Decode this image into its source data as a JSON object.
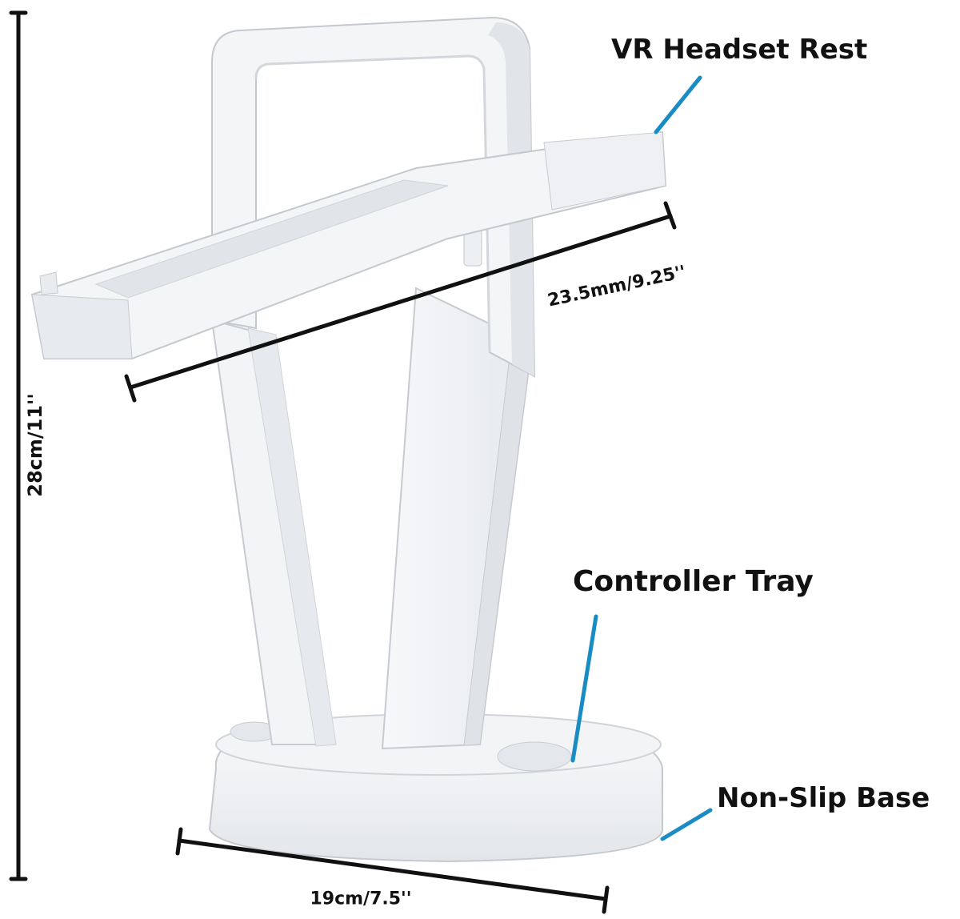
{
  "callouts": {
    "headset_rest": "VR Headset Rest",
    "controller_tray": "Controller Tray",
    "non_slip_base": "Non-Slip Base"
  },
  "dimensions": {
    "height": "28cm/11''",
    "rest_width": "23.5mm/9.25''",
    "base_width": "19cm/7.5''"
  },
  "colors": {
    "leader_line": "#1a8cc4",
    "dimension_line": "#111111",
    "product_fill": "#f5f6f8",
    "product_shade": "#dcdfe4",
    "product_edge": "#b9bec6"
  }
}
